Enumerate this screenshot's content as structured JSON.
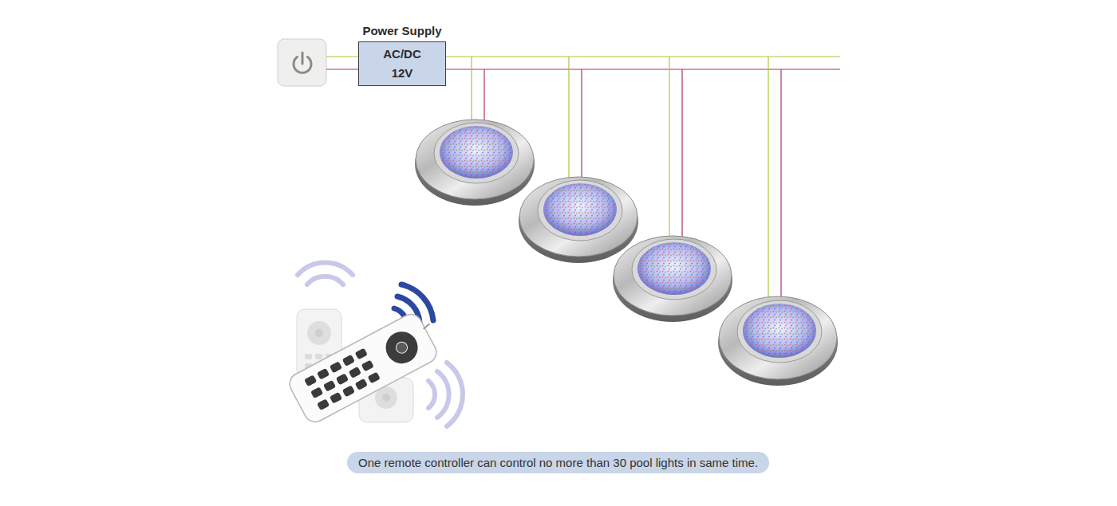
{
  "diagram": {
    "caption": "One remote controller can control no more than 30 pool lights in same time.",
    "nodes": [
      {
        "text": [
          "Power Supply",
          "AC/DC 12V"
        ]
      }
    ]
  }
}
